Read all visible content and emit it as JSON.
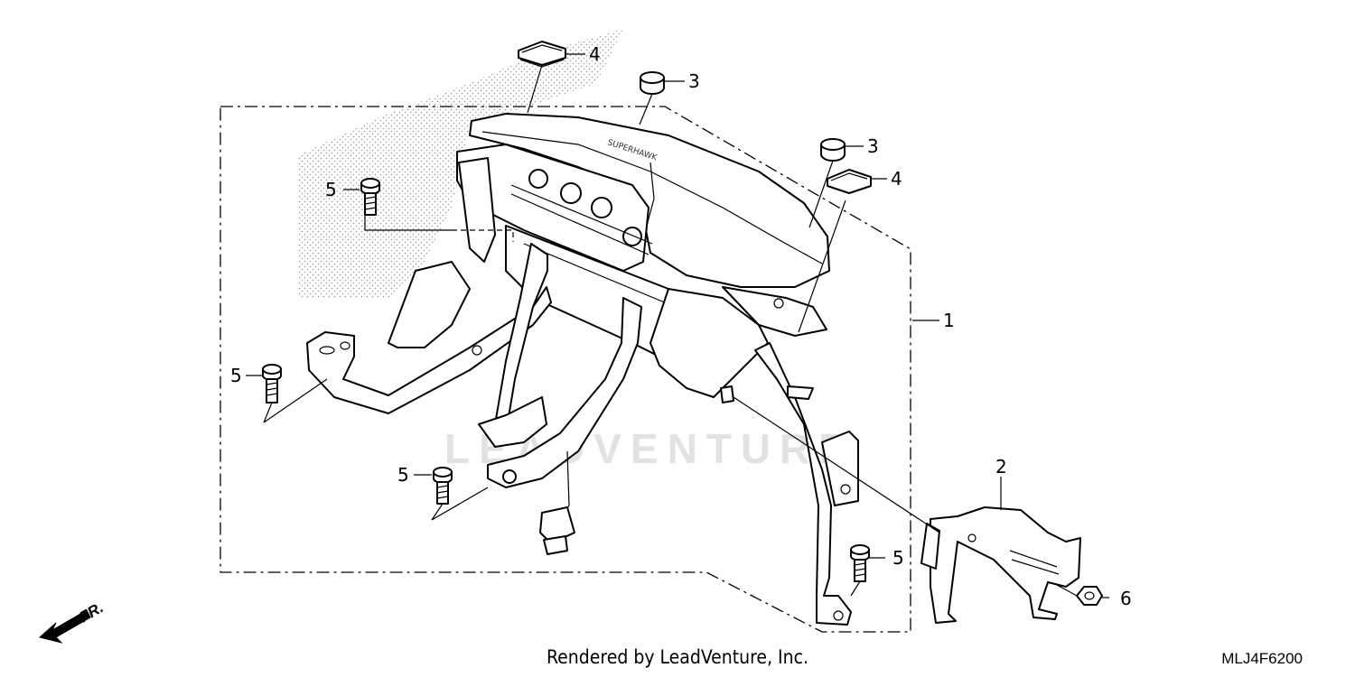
{
  "callouts": {
    "c1": "1",
    "c2": "2",
    "c3a": "3",
    "c3b": "3",
    "c4a": "4",
    "c4b": "4",
    "c5a": "5",
    "c5b": "5",
    "c5c": "5",
    "c5d": "5",
    "c6": "6"
  },
  "direction_label": "FR.",
  "watermark": "LEADVENTURE",
  "footer": "Rendered by LeadVenture, Inc.",
  "diagram_code": "MLJ4F6200",
  "icons": {
    "front_arrow": "arrow-down-left-icon"
  }
}
